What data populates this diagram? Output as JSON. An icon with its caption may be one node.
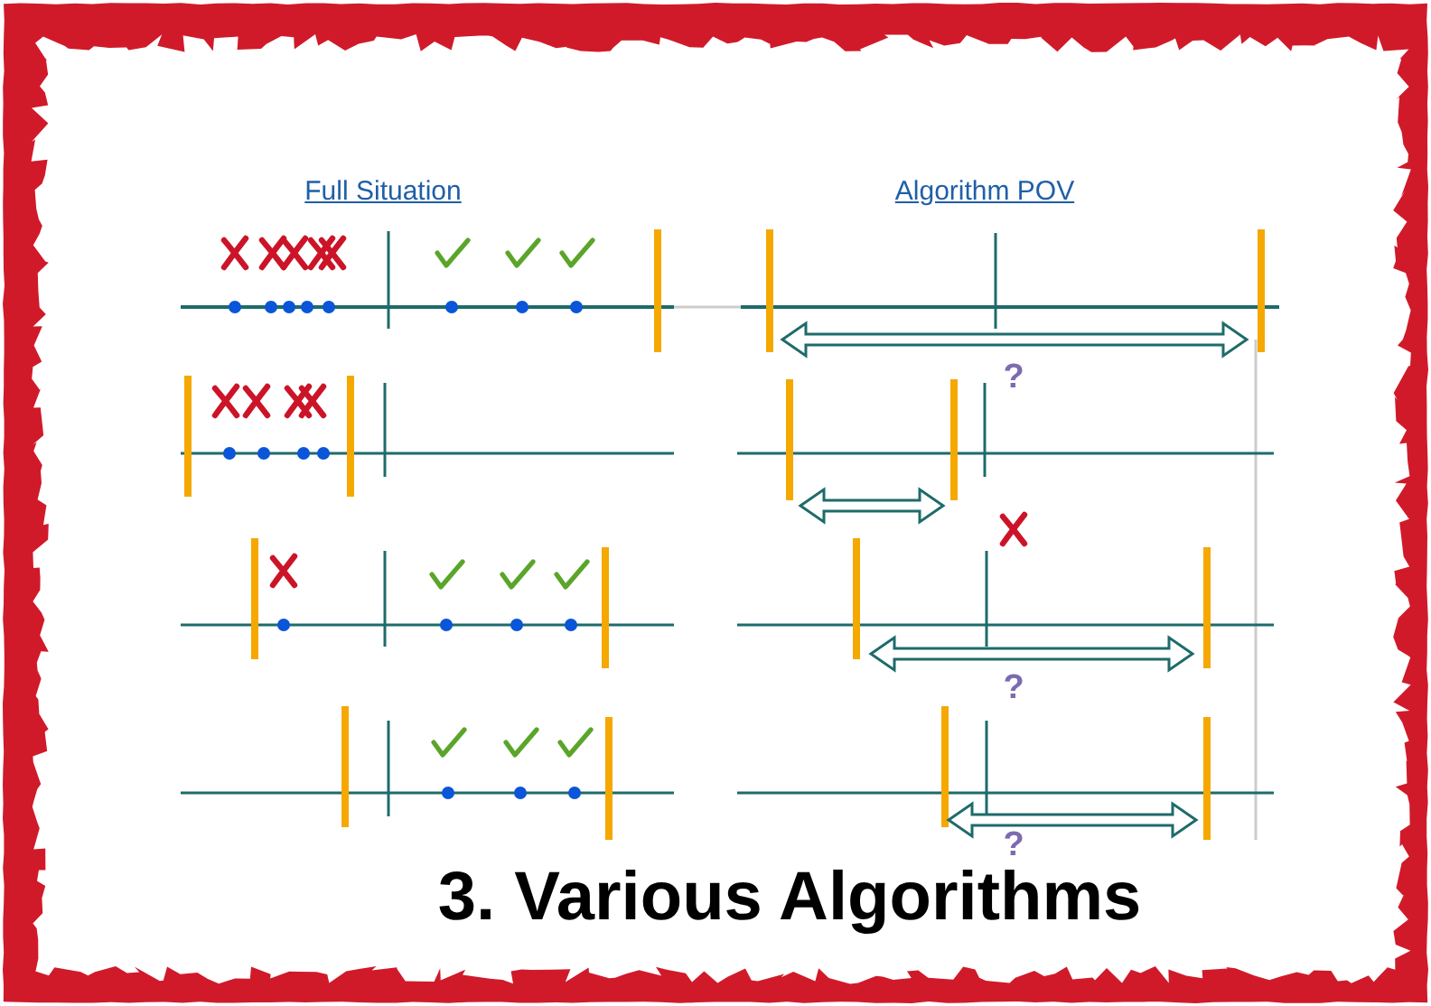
{
  "diagram": {
    "title": "3. Various Algorithms",
    "labels": [
      "Full Situation",
      "Algorithm POV",
      "?",
      "?",
      "?"
    ]
  }
}
